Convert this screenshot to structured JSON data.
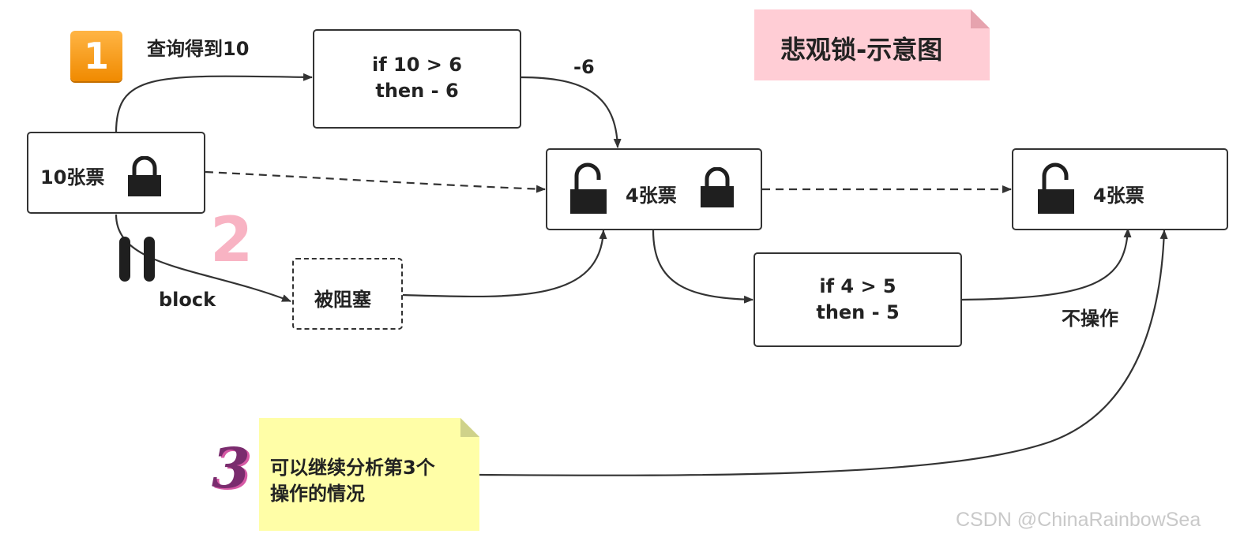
{
  "title": "悲观锁-示意图",
  "badges": {
    "one": "1",
    "two": "2",
    "three": "3"
  },
  "labels": {
    "query": "查询得到10",
    "minus6": "-6",
    "block": "block",
    "no_op": "不操作"
  },
  "nodes": {
    "start": "10张票",
    "blocked": "被阻塞",
    "middle": "4张票",
    "end": "4张票"
  },
  "conditions": {
    "first": {
      "line1": "if 10 > 6",
      "line2": "then - 6"
    },
    "second": {
      "line1": "if 4 > 5",
      "line2": "then - 5"
    }
  },
  "note": {
    "line1": "可以继续分析第3个",
    "line2": "操作的情况"
  },
  "watermark": "CSDN @ChinaRainbowSea",
  "colors": {
    "title_note": "#ffcdd5",
    "sticky_note": "#fffea7",
    "badge_orange": "#f59c16",
    "badge_pink": "#f8b3c3",
    "badge_purple": "#7a2c6e"
  }
}
